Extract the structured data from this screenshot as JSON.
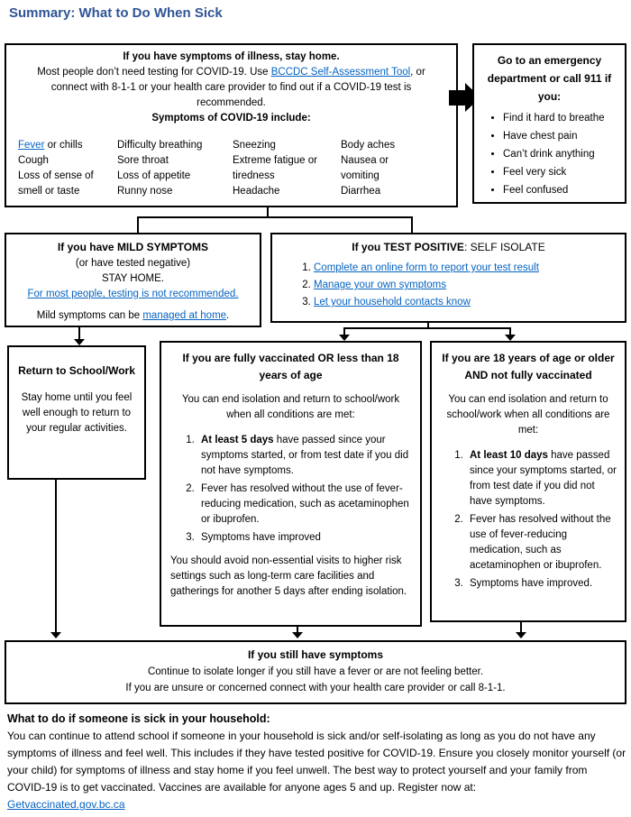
{
  "title": "Summary: What to Do When Sick",
  "colors": {
    "title": "#2F5496",
    "link": "#0563C1",
    "border": "#000000"
  },
  "top_box": {
    "heading": "If you have symptoms of illness, stay home.",
    "body_before_link": "Most people don’t need testing for COVID-19. Use ",
    "body_link": "BCCDC Self-Assessment Tool",
    "body_after_link": ", or connect with 8-1-1 or your health care provider to find out if a COVID-19 test is recommended.",
    "symptoms_heading": "Symptoms of COVID-19 include:",
    "fever_link": "Fever",
    "fever_rest": " or chills",
    "col1": [
      "Cough",
      "Loss of sense of smell or taste"
    ],
    "col2": [
      "Difficulty breathing",
      "Sore throat",
      "Loss of appetite",
      "Runny nose"
    ],
    "col3": [
      "Sneezing",
      "Extreme fatigue or tiredness",
      "Headache"
    ],
    "col4": [
      "Body aches",
      "Nausea or vomiting",
      "Diarrhea"
    ]
  },
  "emergency_box": {
    "heading": "Go to an emergency department or call 911 if you:",
    "items": [
      "Find it hard to breathe",
      "Have chest pain",
      "Can’t drink anything",
      "Feel very sick",
      "Feel confused"
    ]
  },
  "mild_box": {
    "heading": "If you have MILD SYMPTOMS",
    "line2": "(or have tested negative)",
    "line3": "STAY HOME.",
    "testing_link": "For most people, testing is not recommended.",
    "managed_before": "Mild symptoms can be ",
    "managed_link": "managed at home",
    "managed_after": "."
  },
  "positive_box": {
    "heading_bold": "If you TEST POSITIVE",
    "heading_rest": ": SELF ISOLATE",
    "items": [
      "Complete an online form to report your test result",
      "Manage your own symptoms",
      "Let your household contacts know"
    ]
  },
  "return_box": {
    "heading": "Return to School/Work",
    "body": "Stay home until you feel well enough to return to your regular activities."
  },
  "vaccinated_box": {
    "heading": "If you are fully vaccinated OR less than 18 years of age",
    "intro": "You can end isolation and return to school/work when all conditions are met:",
    "item1_bold": "At least 5 days",
    "item1_rest": " have passed since your symptoms started, or from test date if you did not have symptoms.",
    "item2": "Fever has resolved without the use of fever-reducing medication, such as acetaminophen or ibuprofen.",
    "item3": "Symptoms have improved",
    "outro": "You should avoid non-essential visits to higher risk settings such as long-term care facilities and gatherings for another 5 days after ending isolation."
  },
  "unvaccinated_box": {
    "heading": "If you are 18 years of age or older AND not fully vaccinated",
    "intro": "You can end isolation and return to school/work when all conditions are met:",
    "item1_bold": "At least 10 days",
    "item1_rest": " have passed since your symptoms started, or from test date if you did not have symptoms.",
    "item2": "Fever has resolved without the use of fever-reducing medication, such as acetaminophen or ibuprofen.",
    "item3": "Symptoms have improved."
  },
  "still_box": {
    "heading": "If you still have symptoms",
    "line1": "Continue to isolate longer if you still have a fever or are not feeling better.",
    "line2": "If you are unsure or concerned connect with your health care provider or call 8-1-1."
  },
  "household": {
    "heading": "What to do if someone is sick in your household:",
    "body": "You can continue to attend school if someone in your household is sick and/or self-isolating as long as you do not have any symptoms of illness and feel well. This includes if they have tested positive for COVID-19. Ensure you closely monitor yourself (or your child) for symptoms of illness and stay home if you feel unwell. The best way to protect yourself and your family from COVID-19 is to get vaccinated. Vaccines are available for anyone ages 5 and up. Register now at:",
    "link": "Getvaccinated.gov.bc.ca"
  }
}
